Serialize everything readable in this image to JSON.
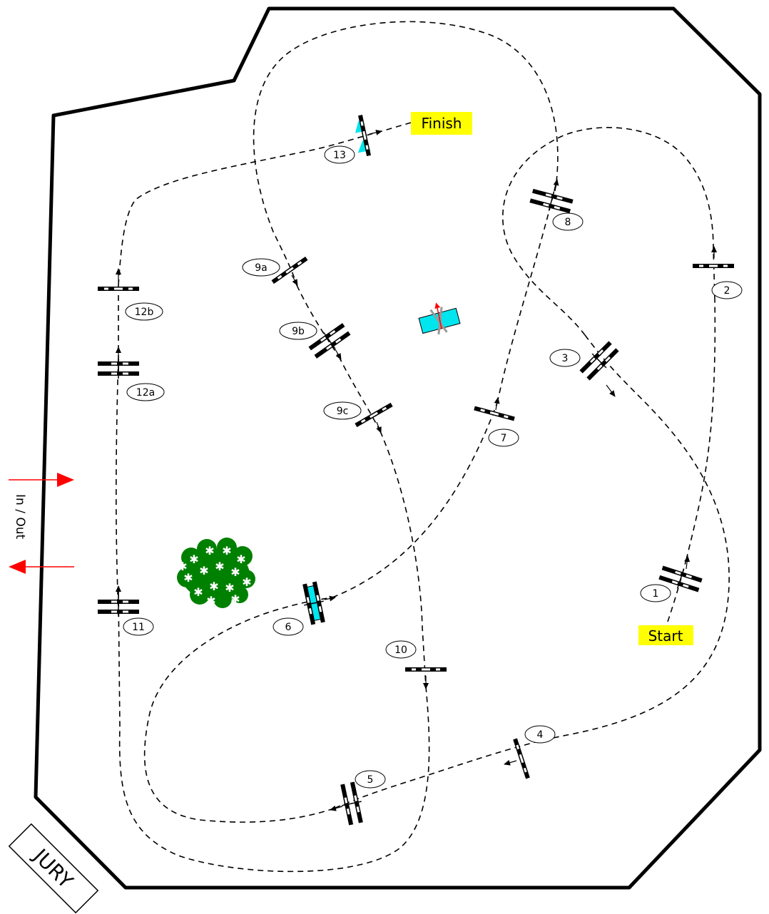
{
  "labels": {
    "start": "Start",
    "finish": "Finish",
    "in_out": "In / Out",
    "jury": "JURY"
  },
  "colors": {
    "highlight": "#ffff00",
    "water": "#00e5ee",
    "arrow": "#ff0000",
    "bush": "#008000",
    "ink": "#000000"
  },
  "obstacles": [
    {
      "id": "1",
      "type": "oxer"
    },
    {
      "id": "2",
      "type": "vertical"
    },
    {
      "id": "3",
      "type": "oxer"
    },
    {
      "id": "4",
      "type": "vertical"
    },
    {
      "id": "5",
      "type": "oxer"
    },
    {
      "id": "6",
      "type": "oxer-water"
    },
    {
      "id": "7",
      "type": "vertical"
    },
    {
      "id": "8",
      "type": "oxer"
    },
    {
      "id": "9a",
      "type": "vertical"
    },
    {
      "id": "9b",
      "type": "oxer"
    },
    {
      "id": "9c",
      "type": "vertical"
    },
    {
      "id": "10",
      "type": "vertical"
    },
    {
      "id": "11",
      "type": "oxer"
    },
    {
      "id": "12a",
      "type": "oxer"
    },
    {
      "id": "12b",
      "type": "vertical"
    },
    {
      "id": "13",
      "type": "vertical-water"
    }
  ],
  "decor": {
    "bush_icon": "bush-icon",
    "water_icon": "water-tray-icon",
    "flag_icon": "crossed-flags-icon"
  }
}
